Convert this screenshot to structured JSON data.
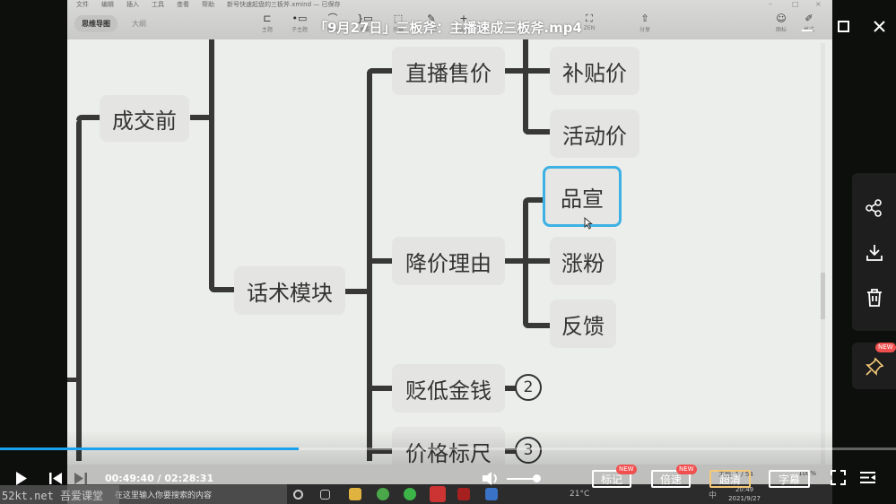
{
  "player": {
    "title": "「9月27日」三板斧：主播速成三板斧.mp4",
    "current_time": "00:49:40",
    "total_time": "02:28:31",
    "time_display": "00:49:40 / 02:28:31",
    "progress_percent": 33.4,
    "buttons": {
      "mark": "标记",
      "speed": "倍速",
      "quality": "超清",
      "subtitle": "字幕",
      "new_badge": "NEW"
    },
    "watermark": "52kt.net 吾爱课堂",
    "colors": {
      "progress": "#1aa1f0",
      "quality_border": "#f5c97a",
      "badge": "#f0504f",
      "selected_node": "#3db1e3"
    }
  },
  "side_panel": {
    "items": [
      "share",
      "download",
      "delete"
    ],
    "pin_badge": "NEW"
  },
  "app": {
    "menu": [
      "文件",
      "编辑",
      "插入",
      "工具",
      "查看",
      "帮助",
      "新号快速起盘的三板斧.xmind — 已保存"
    ],
    "tabs": [
      {
        "label": "思维导图",
        "active": true
      },
      {
        "label": "大纲",
        "active": false
      }
    ],
    "toolbar": [
      {
        "label": "主题",
        "glyph": "⊏"
      },
      {
        "label": "子主题",
        "glyph": "•▭"
      },
      {
        "label": "联系",
        "glyph": "⌒"
      },
      {
        "label": "概要",
        "glyph": "}▭"
      },
      {
        "label": "外框",
        "glyph": "⬚"
      },
      {
        "label": "笔记",
        "glyph": "✎"
      },
      {
        "label": "插入",
        "glyph": "+"
      },
      {
        "label": "ZEN",
        "glyph": "⛶"
      },
      {
        "label": "分享",
        "glyph": "⇧"
      },
      {
        "label": "图标",
        "glyph": "☺"
      },
      {
        "label": "格式",
        "glyph": "✐"
      }
    ],
    "statusbar": {
      "topic": "主题: 1 / 54",
      "zoom": "100%"
    }
  },
  "mindmap": {
    "nodes": {
      "before_deal": "成交前",
      "script_module": "话术模块",
      "live_price": "直播售价",
      "subsidy_price": "补贴价",
      "event_price": "活动价",
      "price_cut_reason": "降价理由",
      "product_promo": "品宣",
      "gain_fans": "涨粉",
      "feedback": "反馈",
      "devalue_money": "贬低金钱",
      "price_ruler": "价格标尺"
    },
    "badges": {
      "devalue_money": "2",
      "price_ruler": "3"
    },
    "selected": "品宣"
  },
  "taskbar": {
    "search_placeholder": "在这里输入你要搜索的内容",
    "weather": "21°C",
    "clock_time": "20:49",
    "clock_date": "2021/9/27",
    "ime": "中"
  }
}
